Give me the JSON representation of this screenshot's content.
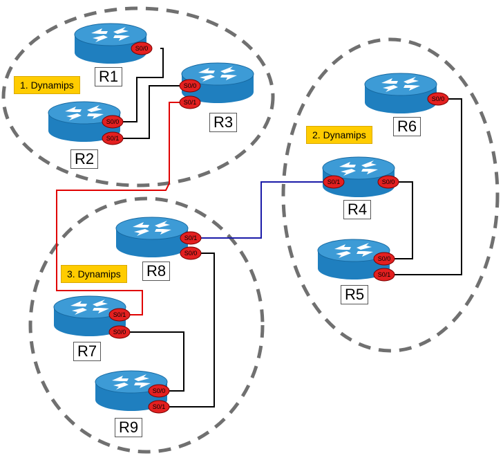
{
  "groups": [
    {
      "id": "g1",
      "label": "1. Dynamips"
    },
    {
      "id": "g2",
      "label": "2. Dynamips"
    },
    {
      "id": "g3",
      "label": "3. Dynamips"
    }
  ],
  "routers": [
    {
      "id": "R1",
      "label": "R1",
      "ports": [
        "S0/0"
      ]
    },
    {
      "id": "R2",
      "label": "R2",
      "ports": [
        "S0/0",
        "S0/1"
      ]
    },
    {
      "id": "R3",
      "label": "R3",
      "ports": [
        "S0/0",
        "S0/1"
      ]
    },
    {
      "id": "R4",
      "label": "R4",
      "ports": [
        "S0/1",
        "S0/0"
      ]
    },
    {
      "id": "R5",
      "label": "R5",
      "ports": [
        "S0/0",
        "S0/1"
      ]
    },
    {
      "id": "R6",
      "label": "R6",
      "ports": [
        "S0/0"
      ]
    },
    {
      "id": "R7",
      "label": "R7",
      "ports": [
        "S0/1",
        "S0/0"
      ]
    },
    {
      "id": "R8",
      "label": "R8",
      "ports": [
        "S0/1",
        "S0/0"
      ]
    },
    {
      "id": "R9",
      "label": "R9",
      "ports": [
        "S0/0",
        "S0/1"
      ]
    }
  ],
  "links": [
    {
      "from": "R1 S0/0",
      "to": "R2 S0/0",
      "color": "#000000"
    },
    {
      "from": "R3 S0/0",
      "to": "R2 S0/1",
      "color": "#000000"
    },
    {
      "from": "R3 S0/1",
      "to": "R7 S0/1",
      "color": "#e00000"
    },
    {
      "from": "R8 S0/1",
      "to": "R4 S0/1",
      "color": "#1a1aa8"
    },
    {
      "from": "R4 S0/0",
      "to": "R5 S0/0",
      "color": "#000000"
    },
    {
      "from": "R6 S0/0",
      "to": "R5 S0/1",
      "color": "#000000"
    },
    {
      "from": "R8 S0/0",
      "to": "R9 S0/1",
      "color": "#000000"
    },
    {
      "from": "R7 S0/0",
      "to": "R9 S0/0",
      "color": "#000000"
    }
  ],
  "colors": {
    "router_body": "#1f7fbf",
    "router_top": "#3d9bd6",
    "port_fill": "#e32020",
    "group_border": "#707070",
    "label_bg": "#ffcc00"
  }
}
